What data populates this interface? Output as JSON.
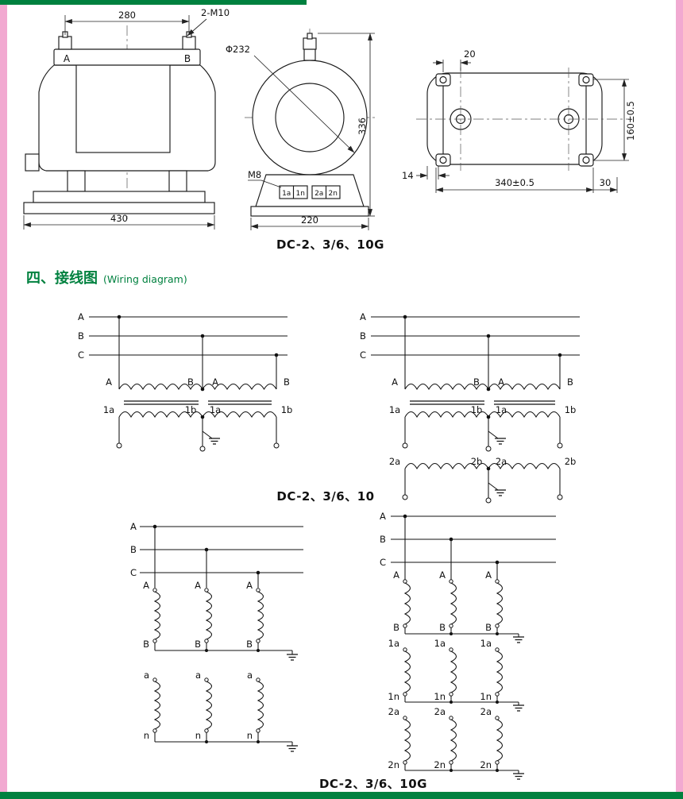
{
  "colors": {
    "green": "#00813f",
    "pink": "#f2a9d1",
    "ink": "#1a1a1a"
  },
  "drawings": {
    "caption_g": "DC-2、3/6、10G",
    "front": {
      "dim_top": "280",
      "callout": "2-M10",
      "label_a": "A",
      "label_b": "B",
      "dim_bottom": "430"
    },
    "ring": {
      "diameter": "Φ232",
      "dim_height": "336",
      "label_m8": "M8",
      "t1": "1a",
      "t2": "1n",
      "t3": "2a",
      "t4": "2n",
      "dim_bottom": "220"
    },
    "side": {
      "dim_top": "20",
      "dim_right": "160±0.5",
      "dim_left": "14",
      "dim_bottom": "340±0.5",
      "dim_bottom2": "30"
    }
  },
  "wiring": {
    "heading": "四、接线图",
    "heading_en": "(Wiring diagram)",
    "caption_mid": "DC-2、3/6、10",
    "caption_bottom": "DC-2、3/6、10G",
    "phase_a": "A",
    "phase_b": "B",
    "phase_c": "C",
    "vv": {
      "p1": "A",
      "p2": "B",
      "p3": "A",
      "p4": "B",
      "s1": "1a",
      "s2": "1b",
      "s3": "1a",
      "s4": "1b",
      "t1": "2a",
      "t2": "2b",
      "t3": "2a",
      "t4": "2b"
    },
    "star": {
      "pt": "A",
      "pb": "B",
      "st": "a",
      "sb": "n",
      "s1t": "1a",
      "s1b": "1n",
      "s2t": "2a",
      "s2b": "2n"
    }
  }
}
